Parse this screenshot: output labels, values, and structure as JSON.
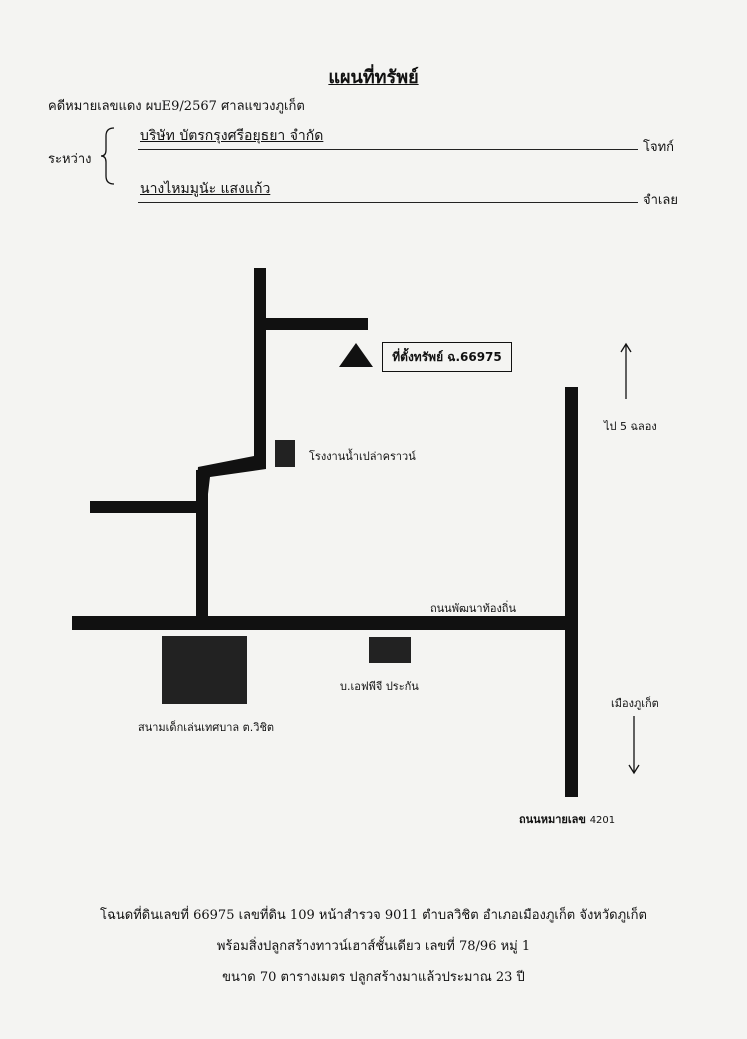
{
  "title": "แผนที่ทรัพย์",
  "case_line": "คดีหมายเลขแดง ผบE9/2567     ศาลแขวงภูเก็ต",
  "between_label": "ระหว่าง",
  "parties": {
    "plaintiff_name": "บริษัท บัตรกรุงศรีอยุธยา จำกัด",
    "plaintiff_role": "โจทก์",
    "defendant_name": "นางไหมมูนัะ แสงแก้ว",
    "defendant_role": "จำเลย"
  },
  "map": {
    "property_label": "ที่ตั้งทรัพย์ ฉ.66975",
    "factory_label": "โรงงานน้ำเปล่าคราวน์",
    "road_name": "ถนนพัฒนาท้องถิ่น",
    "fpg_label": "บ.เอฟพีจี ประกัน",
    "playground_label": "สนามเด็กเล่นเทศบาล ต.วิชิต",
    "direction_north": "ไป 5 ฉลอง",
    "direction_south": "เมืองภูเก็ต",
    "main_road": "ถนนหมายเลข",
    "main_road_number": "4201"
  },
  "footer": {
    "line1": "โฉนดที่ดินเลขที่ 66975 เลขที่ดิน 109 หน้าสำรวจ 9011 ตำบลวิชิต อำเภอเมืองภูเก็ต จังหวัดภูเก็ต",
    "line2": "พร้อมสิ่งปลูกสร้างทาวน์เฮาส์ชั้นเดียว เลขที่ 78/96 หมู่ 1",
    "line3": "ขนาด 70 ตารางเมตร ปลูกสร้างมาแล้วประมาณ 23 ปี"
  }
}
